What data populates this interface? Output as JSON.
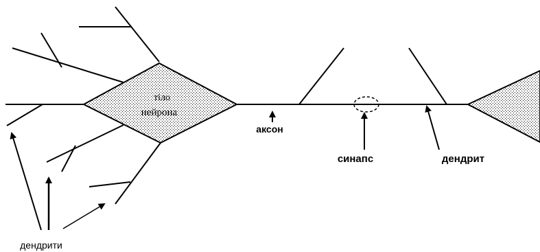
{
  "labels": {
    "soma_line1": "тіло",
    "soma_line2": "нейрона",
    "axon": "аксон",
    "synapse": "синапс",
    "dendrite": "дендрит",
    "dendrites": "дендрити"
  }
}
